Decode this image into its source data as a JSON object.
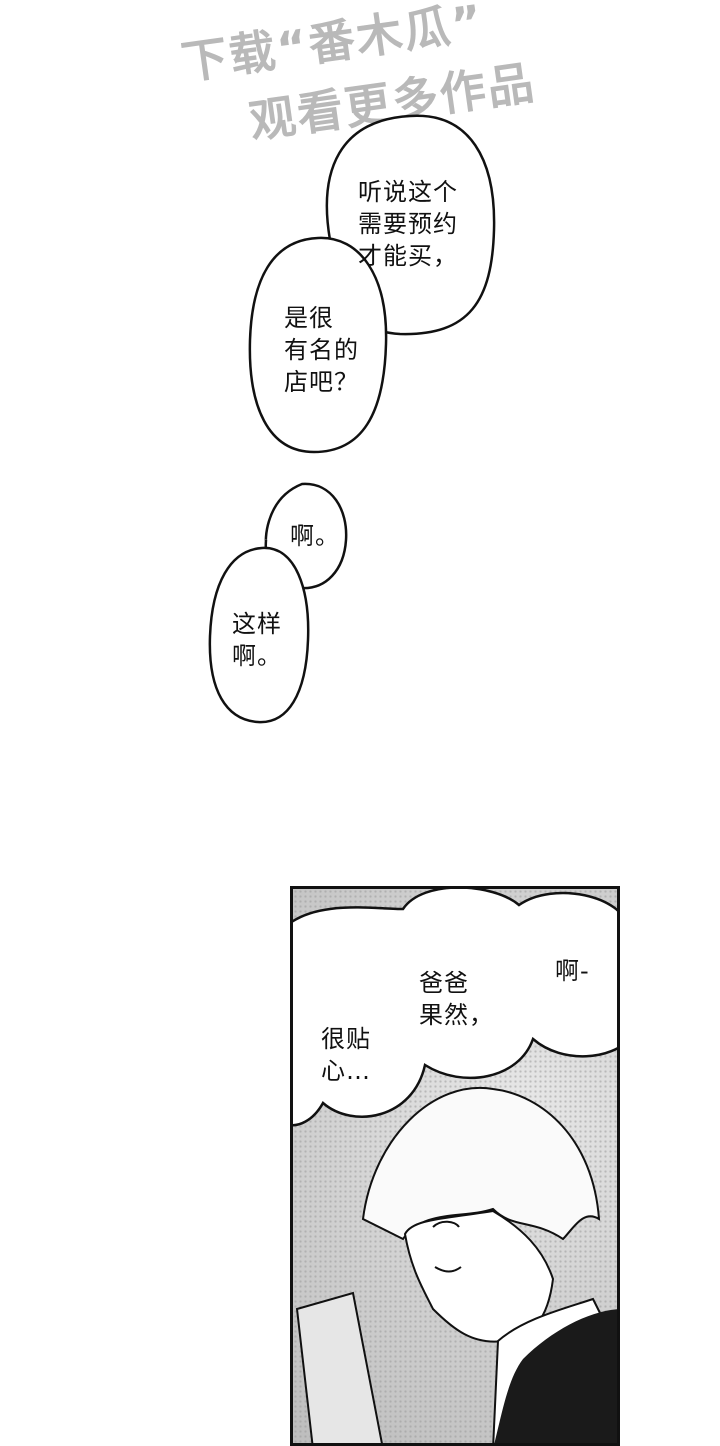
{
  "watermark": {
    "line1": "下载“番木瓜”",
    "line2": "观看更多作品"
  },
  "bubbles": {
    "b1_lines": "听说这个\n需要预约\n才能买，",
    "b2_lines": "是很\n有名的\n店吧？",
    "b3_lines": "啊。",
    "b4_lines": "这样\n啊。",
    "b5_lines": "啊-",
    "b6_lines": "爸爸\n果然，",
    "b7_lines": "很贴\n心…"
  }
}
